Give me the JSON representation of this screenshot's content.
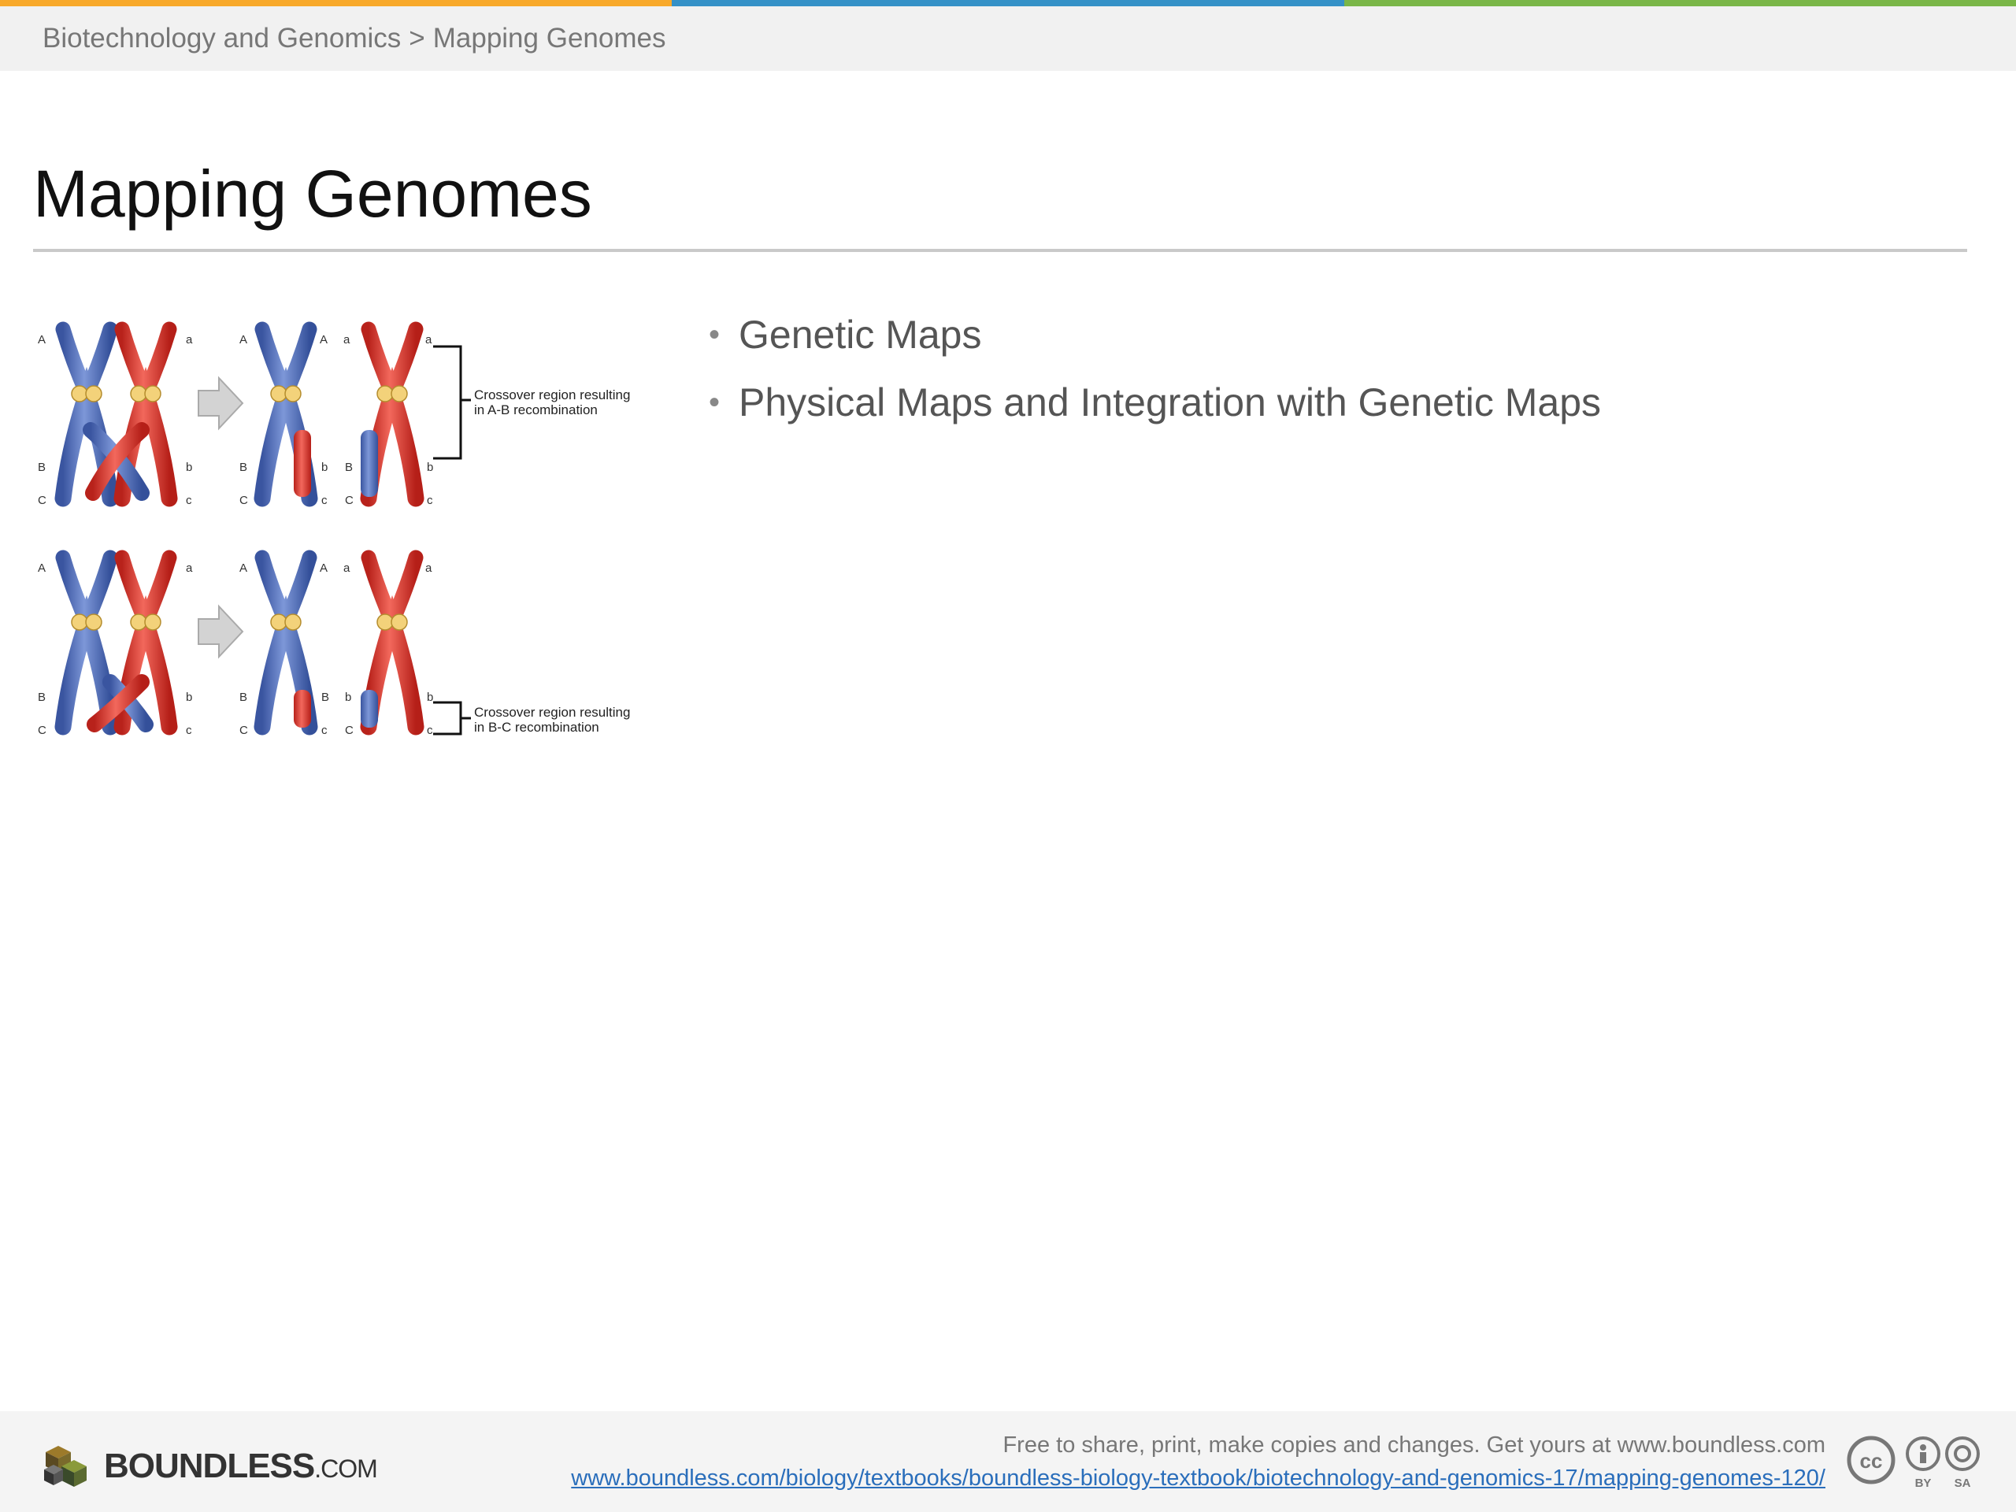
{
  "colors": {
    "bar_orange": "#f8a92b",
    "bar_blue": "#3591c7",
    "bar_green": "#7ab648",
    "chrom_blue": "#4f6fbf",
    "chrom_red": "#e0342a"
  },
  "breadcrumb": {
    "parent": "Biotechnology and Genomics",
    "separator": ">",
    "current": "Mapping Genomes"
  },
  "page": {
    "title": "Mapping Genomes"
  },
  "figure": {
    "top_labels": {
      "A": "A",
      "a": "a",
      "B": "B",
      "b": "b",
      "C": "C",
      "c": "c"
    },
    "caption_top_line1": "Crossover region resulting",
    "caption_top_line2": "in A-B recombination",
    "caption_bottom_line1": "Crossover region resulting",
    "caption_bottom_line2": "in B-C recombination"
  },
  "bullets": [
    {
      "text": "Genetic Maps"
    },
    {
      "text": "Physical Maps and Integration with Genetic Maps"
    }
  ],
  "footer": {
    "logo": "BOUNDLESS",
    "logo_suffix": ".COM",
    "line1": "Free to share, print, make copies and changes. Get yours at www.boundless.com",
    "link": "www.boundless.com/biology/textbooks/boundless-biology-textbook/biotechnology-and-genomics-17/mapping-genomes-120/",
    "cc_icon": "cc-by-sa-icon",
    "by": "BY",
    "sa": "SA"
  }
}
